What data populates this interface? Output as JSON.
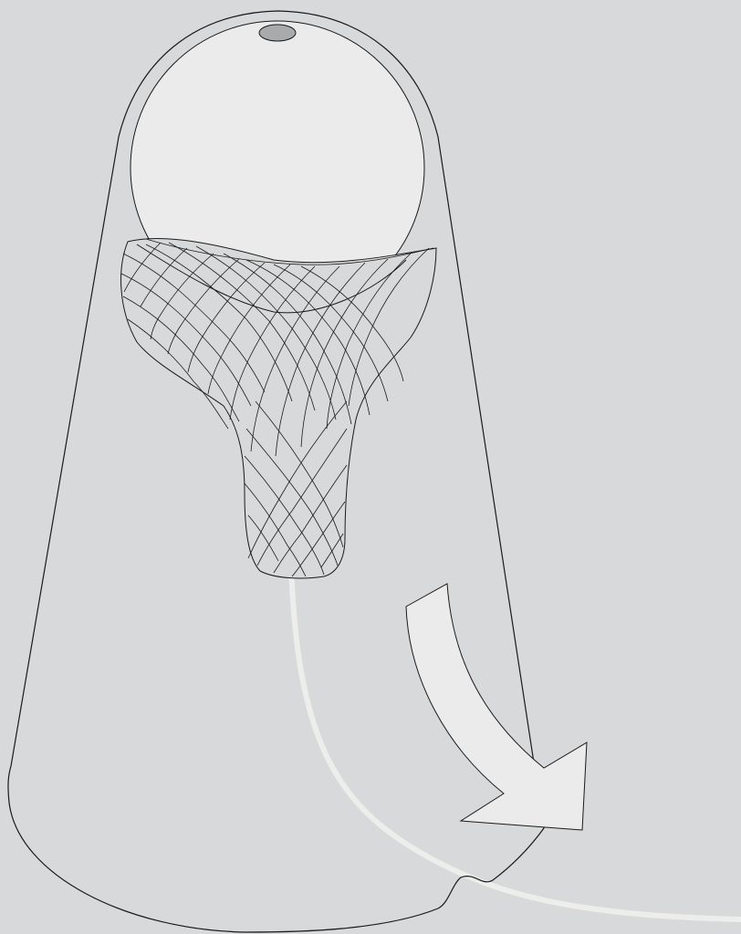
{
  "diagram": {
    "labels": [],
    "colors": {
      "background": "#d8d9da",
      "outline": "#1a1a1a",
      "light_fill": "#eaebea",
      "cable": "#ededec",
      "button": "#a9aaab"
    },
    "elements": [
      "conical-housing",
      "spherical-ball",
      "top-button",
      "mesh-funnel",
      "cable",
      "rotation-arrow"
    ]
  }
}
